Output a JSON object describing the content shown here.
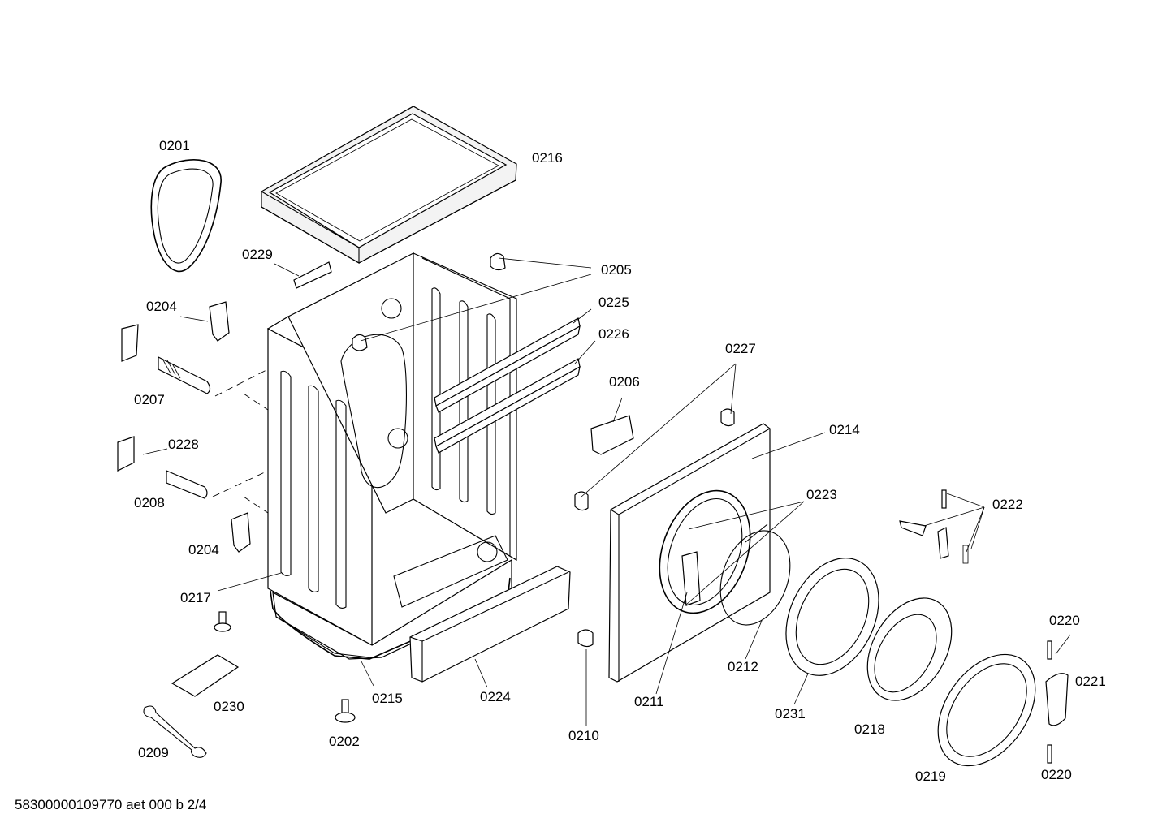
{
  "diagram": {
    "document_code": "58300000109770 aet 000 b 2/4",
    "labels": [
      {
        "id": "l0201",
        "text": "0201"
      },
      {
        "id": "l0216",
        "text": "0216"
      },
      {
        "id": "l0229",
        "text": "0229"
      },
      {
        "id": "l0205",
        "text": "0205"
      },
      {
        "id": "l0204a",
        "text": "0204"
      },
      {
        "id": "l0225",
        "text": "0225"
      },
      {
        "id": "l0226",
        "text": "0226"
      },
      {
        "id": "l0207",
        "text": "0207"
      },
      {
        "id": "l0227",
        "text": "0227"
      },
      {
        "id": "l0206",
        "text": "0206"
      },
      {
        "id": "l0228",
        "text": "0228"
      },
      {
        "id": "l0214",
        "text": "0214"
      },
      {
        "id": "l0208",
        "text": "0208"
      },
      {
        "id": "l0223",
        "text": "0223"
      },
      {
        "id": "l0222",
        "text": "0222"
      },
      {
        "id": "l0204b",
        "text": "0204"
      },
      {
        "id": "l0217",
        "text": "0217"
      },
      {
        "id": "l0220a",
        "text": "0220"
      },
      {
        "id": "l0212",
        "text": "0212"
      },
      {
        "id": "l0221",
        "text": "0221"
      },
      {
        "id": "l0215",
        "text": "0215"
      },
      {
        "id": "l0224",
        "text": "0224"
      },
      {
        "id": "l0230",
        "text": "0230"
      },
      {
        "id": "l0211",
        "text": "0211"
      },
      {
        "id": "l0231",
        "text": "0231"
      },
      {
        "id": "l0218",
        "text": "0218"
      },
      {
        "id": "l0202",
        "text": "0202"
      },
      {
        "id": "l0210",
        "text": "0210"
      },
      {
        "id": "l0209",
        "text": "0209"
      },
      {
        "id": "l0219",
        "text": "0219"
      },
      {
        "id": "l0220b",
        "text": "0220"
      }
    ]
  }
}
